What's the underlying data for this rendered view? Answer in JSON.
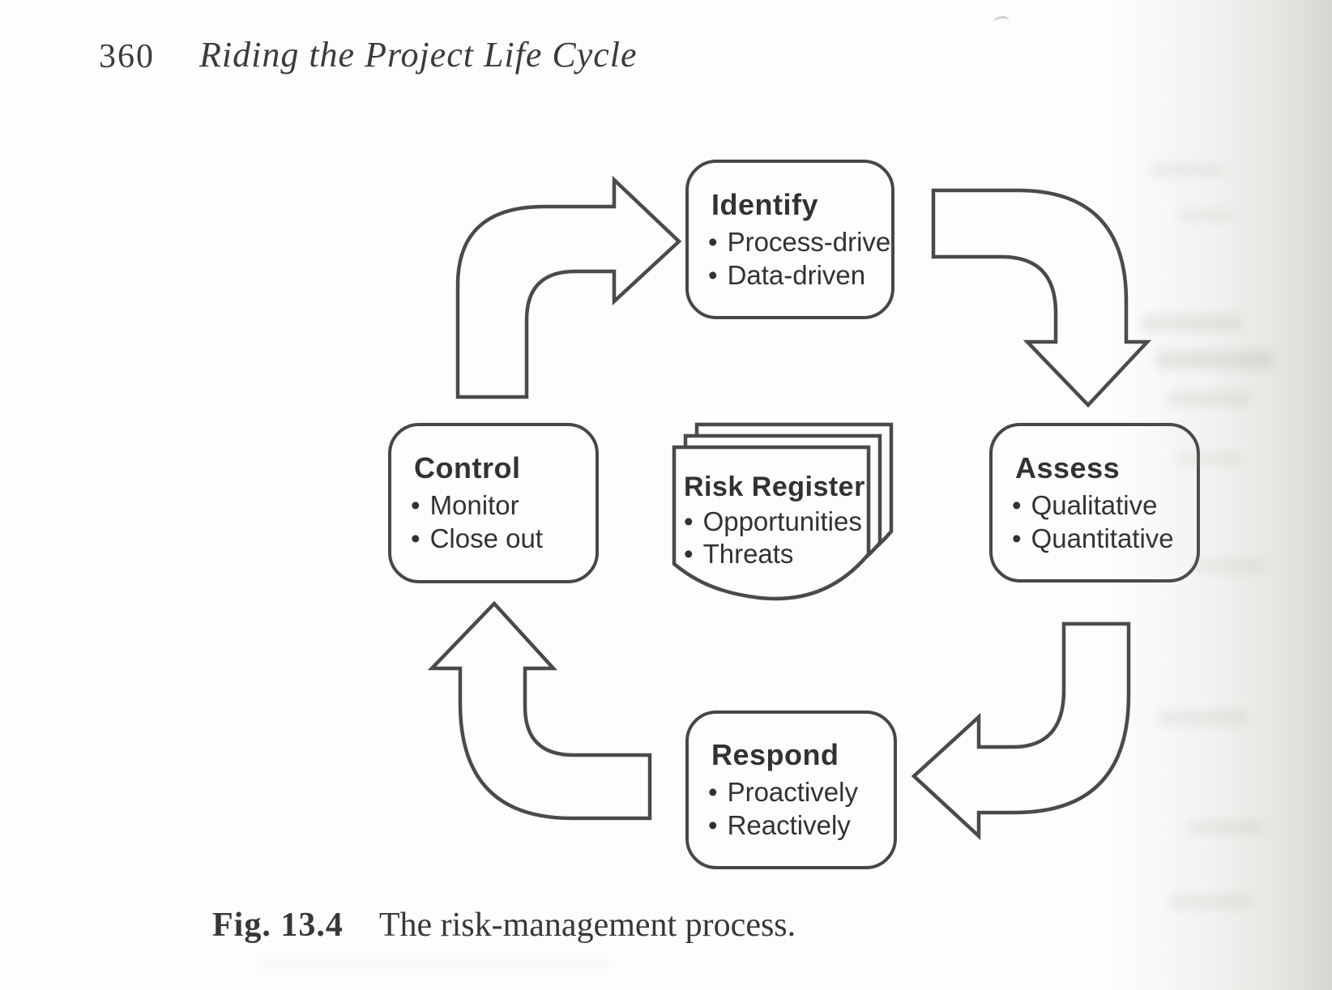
{
  "page": {
    "number": "360",
    "running_header": "Riding the Project Life Cycle",
    "figure": {
      "label": "Fig. 13.4",
      "caption": "The risk-management process."
    }
  },
  "diagram": {
    "type": "cycle",
    "direction": "clockwise",
    "steps": [
      {
        "title": "Identify",
        "bullets": [
          "Process-drive",
          "Data-driven"
        ],
        "position": "top"
      },
      {
        "title": "Assess",
        "bullets": [
          "Qualitative",
          "Quantitative"
        ],
        "position": "right"
      },
      {
        "title": "Respond",
        "bullets": [
          "Proactively",
          "Reactively"
        ],
        "position": "bottom"
      },
      {
        "title": "Control",
        "bullets": [
          "Monitor",
          "Close out"
        ],
        "position": "left"
      }
    ],
    "center": {
      "title": "Risk Register",
      "bullets": [
        "Opportunities",
        "Threats"
      ],
      "shape": "stacked-documents"
    },
    "colors": {
      "ink": "#474747",
      "text": "#323232",
      "paper": "#fdfdfc"
    }
  }
}
